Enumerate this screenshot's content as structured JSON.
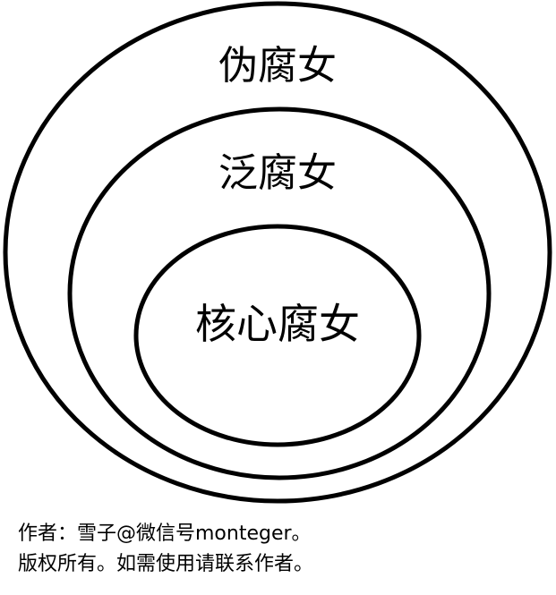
{
  "diagram": {
    "rings": [
      {
        "label": "伪腐女"
      },
      {
        "label": "泛腐女"
      },
      {
        "label": "核心腐女"
      }
    ]
  },
  "caption": {
    "line1": "作者：雪子@微信号monteger。",
    "line2": "版权所有。如需使用请联系作者。"
  },
  "colors": {
    "stroke": "#000000",
    "background": "#ffffff",
    "text": "#000000"
  }
}
